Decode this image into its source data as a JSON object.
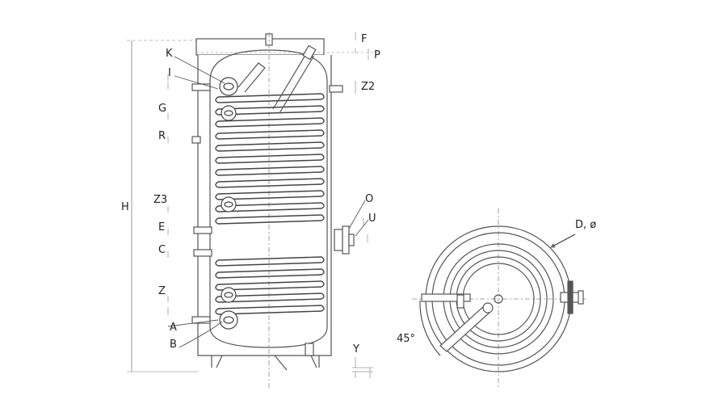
{
  "labels": {
    "F": "F",
    "P": "P",
    "Z2": "Z2",
    "K": "K",
    "I": "I",
    "G": "G",
    "R": "R",
    "Z3": "Z3",
    "E": "E",
    "C": "C",
    "Z": "Z",
    "A": "A",
    "B": "B",
    "O": "O",
    "U": "U",
    "Y": "Y",
    "H": "H",
    "D": "D, ø",
    "angle": "45°"
  },
  "colors": {
    "line": "#555555",
    "dark": "#333333",
    "label": "#222222",
    "dim": "#aaaaaa"
  }
}
